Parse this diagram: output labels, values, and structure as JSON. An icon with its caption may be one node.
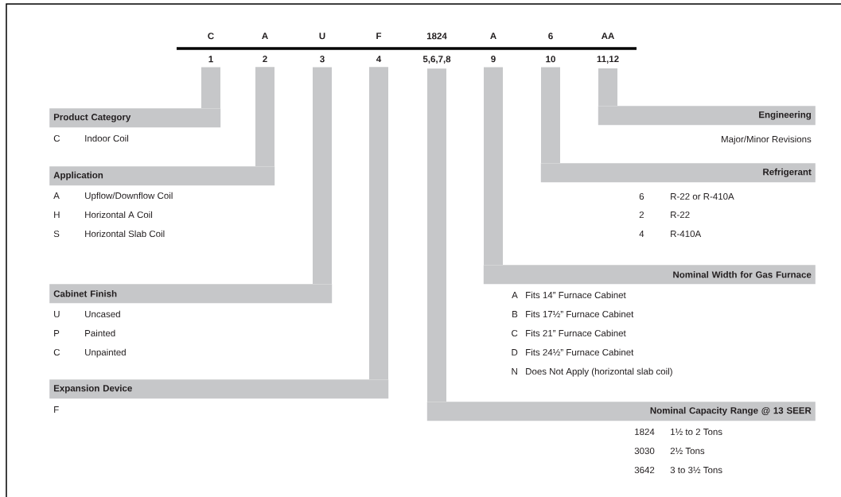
{
  "diagram": {
    "nodes": [
      {
        "text": [
          "C",
          "1"
        ]
      },
      {
        "text": [
          "A",
          "2"
        ]
      },
      {
        "text": [
          "U",
          "3"
        ]
      },
      {
        "text": [
          "F",
          "4"
        ]
      },
      {
        "text": [
          "1824",
          "5,6,7,8"
        ]
      },
      {
        "text": [
          "A",
          "9"
        ]
      },
      {
        "text": [
          "6",
          "10"
        ]
      },
      {
        "text": [
          "AA",
          "11,12"
        ]
      },
      {
        "text": [
          "Product Category"
        ],
        "beside": [
          "C",
          "Indoor Coil"
        ]
      },
      {
        "text": [
          "Application"
        ],
        "beside": [
          "A",
          "Upflow/Downflow Coil",
          "H",
          "Horizontal A Coil",
          "S",
          "Horizontal Slab Coil"
        ]
      },
      {
        "text": [
          "Cabinet Finish"
        ],
        "beside": [
          "U",
          "Uncased",
          "P",
          "Painted",
          "C",
          "Unpainted"
        ]
      },
      {
        "text": [
          "Expansion Device"
        ],
        "beside": [
          "F"
        ]
      },
      {
        "text": [
          "Engineering"
        ],
        "beside": [
          "Major/Minor Revisions"
        ]
      },
      {
        "text": [
          "Refrigerant"
        ],
        "beside": [
          "6",
          "R-22 or R-410A",
          "2",
          "R-22",
          "4",
          "R-410A"
        ]
      },
      {
        "text": [
          "Nominal Width for Gas Furnace"
        ],
        "beside": [
          "A",
          "Fits 14” Furnace Cabinet",
          "B",
          "Fits 17½” Furnace Cabinet",
          "C",
          "Fits 21” Furnace Cabinet",
          "D",
          "Fits 24½” Furnace Cabinet",
          "N",
          "Does Not Apply (horizontal slab coil)"
        ]
      },
      {
        "text": [
          "Nominal Capacity Range @ 13 SEER"
        ],
        "beside": [
          "1824",
          "1½ to 2 Tons",
          "3030",
          "2½ Tons",
          "3642",
          "3 to 3½ Tons"
        ]
      }
    ],
    "edges": [
      {
        "from": 0,
        "to": 8,
        "arrow": "none"
      },
      {
        "from": 1,
        "to": 9,
        "arrow": "none"
      },
      {
        "from": 2,
        "to": 10,
        "arrow": "none"
      },
      {
        "from": 3,
        "to": 11,
        "arrow": "none"
      },
      {
        "from": 4,
        "to": 15,
        "arrow": "none"
      },
      {
        "from": 5,
        "to": 14,
        "arrow": "none"
      },
      {
        "from": 6,
        "to": 13,
        "arrow": "none"
      },
      {
        "from": 7,
        "to": 12,
        "arrow": "none"
      }
    ]
  }
}
